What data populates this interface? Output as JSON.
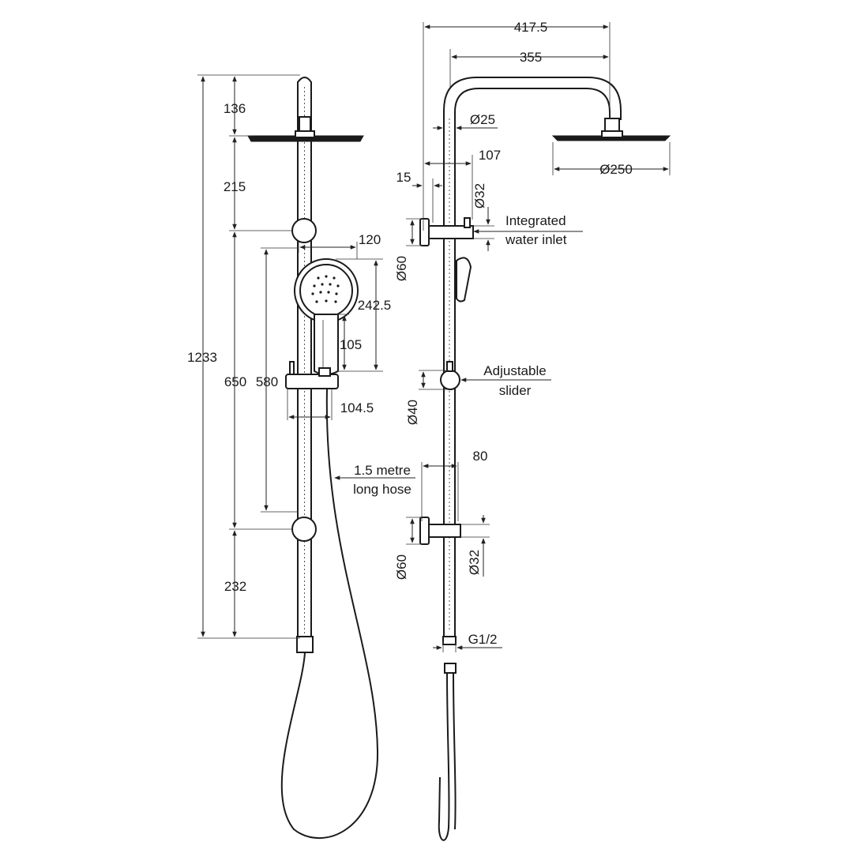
{
  "front_view": {
    "dims": {
      "top": "136",
      "upper": "215",
      "handpiece_width": "120",
      "handpiece_height": "242.5",
      "handle_length": "105",
      "total_height": "1233",
      "rail_span": "650",
      "slider_travel": "580",
      "slider_offset": "104.5",
      "bottom": "232"
    },
    "hose_note_line1": "1.5 metre",
    "hose_note_line2": "long hose"
  },
  "side_view": {
    "dims": {
      "arm_outer": "417.5",
      "arm_inner": "355",
      "pipe_dia": "Ø25",
      "head_dia": "Ø250",
      "bracket_reach": "107",
      "bracket_stub": "15",
      "top_bracket_dia": "Ø32",
      "top_wall_plate": "Ø60",
      "slider_dia": "Ø40",
      "bottom_offset": "80",
      "bottom_wall_plate": "Ø60",
      "bottom_bracket_dia": "Ø32",
      "thread": "G1/2"
    },
    "inlet_note_line1": "Integrated",
    "inlet_note_line2": "water inlet",
    "slider_note_line1": "Adjustable",
    "slider_note_line2": "slider"
  }
}
